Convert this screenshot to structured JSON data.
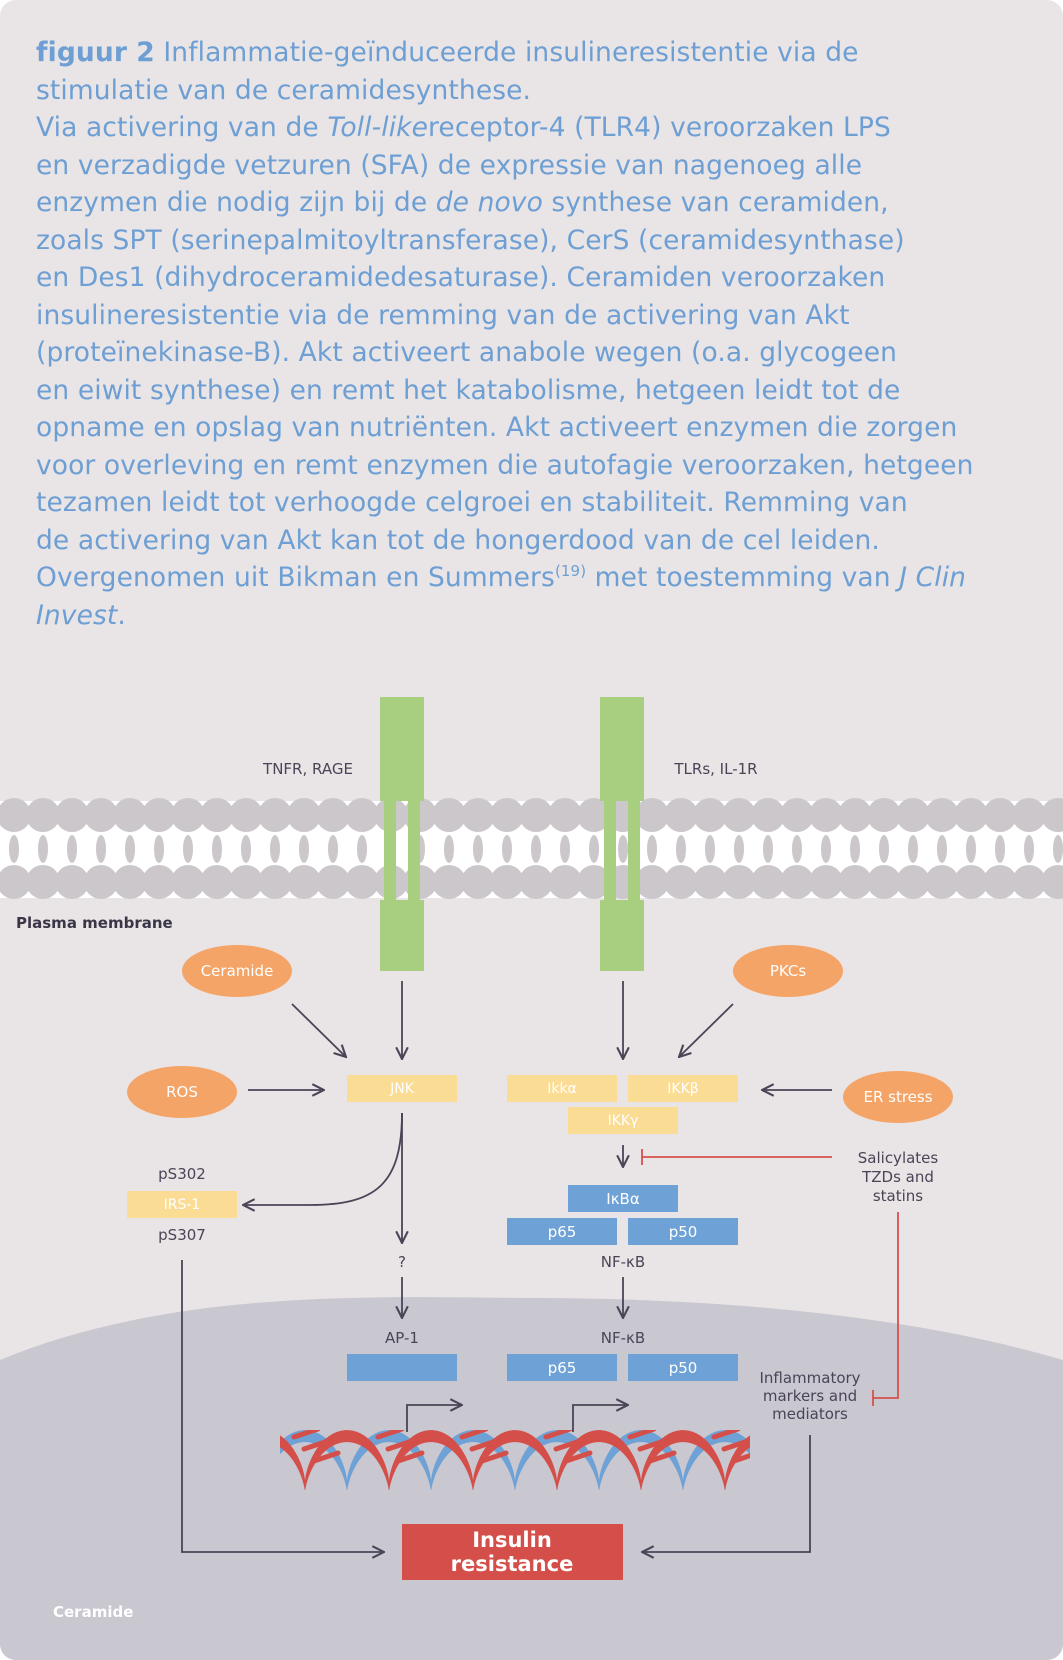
{
  "caption": {
    "figure_label": "figuur 2",
    "title_part1": "Inflammatie-geïnduceerde insulineresistentie via de",
    "title_part2": "stimulatie van de ceramidesynthese.",
    "line3_pre": "Via activering van de ",
    "line3_em": "Toll-like",
    "line3_post": "receptor-4 (TLR4) veroorzaken LPS",
    "line4": "en verzadigde vetzuren (SFA) de expressie van nagenoeg alle",
    "line5_pre": "enzymen die nodig zijn bij de ",
    "line5_em": "de novo",
    "line5_post": " synthese van ceramiden,",
    "line6": "zoals SPT (serinepalmitoyltransferase), CerS (ceramidesynthase)",
    "line7": "en Des1 (dihydroceramidedesaturase). Ceramiden veroorzaken",
    "line8": "insulineresistentie via de remming van de activering van Akt",
    "line9": "(proteïnekinase-B). Akt activeert anabole wegen (o.a. glycogeen",
    "line10": "en eiwit synthese) en remt het katabolisme, hetgeen leidt tot de",
    "line11": "opname en opslag van nutriënten. Akt activeert enzymen die zorgen",
    "line12": "voor overleving en remt enzymen die autofagie veroorzaken, hetgeen",
    "line13": "tezamen leidt tot verhoogde celgroei en stabiliteit. Remming van",
    "line14": "de activering van Akt kan tot de hongerdood van de cel leiden.",
    "line15_pre": "Overgenomen uit Bikman en Summers",
    "line15_sup": "(19)",
    "line15_mid": " met toestemming van ",
    "line15_em": "J Clin",
    "line16_em": "Invest",
    "line16_post": "."
  },
  "diagram": {
    "receptor_left_label": "TNFR, RAGE",
    "receptor_right_label": "TLRs, IL-1R",
    "plasma_membrane": "Plasma membrane",
    "ceramide_node": "Ceramide",
    "pkcs_node": "PKCs",
    "ros_node": "ROS",
    "er_stress_node": "ER stress",
    "jnk": "JNK",
    "ikka": "Ikkα",
    "ikkb": "IKKβ",
    "ikkg": "IKKγ",
    "salicylates_l1": "Salicylates",
    "salicylates_l2": "TZDs and",
    "salicylates_l3": "statins",
    "ps302": "pS302",
    "irs1": "IRS-1",
    "ps307": "pS307",
    "ikba": "IκBα",
    "p65_cyto": "p65",
    "p50_cyto": "p50",
    "question": "?",
    "nfkb_cyto": "NF-κB",
    "ap1": "AP-1",
    "nfkb_nuc": "NF-κB",
    "p65_nuc": "p65",
    "p50_nuc": "p50",
    "inflam_l1": "Inflammatory",
    "inflam_l2": "markers and",
    "inflam_l3": "mediators",
    "insulin_l1": "Insulin",
    "insulin_l2": "resistance",
    "footer_label": "Ceramide"
  },
  "colors": {
    "panel_bg": "#e9e4e5",
    "nucleus_bg": "#c9c7d0",
    "caption_blue": "#6d9fd4",
    "receptor_green": "#a8cf7f",
    "node_orange": "#f4a467",
    "kinase_yellow": "#fbdc95",
    "factor_blue": "#6ea2d6",
    "insulin_red": "#d44f49",
    "inhibit_red": "#d5524d",
    "arrow_dark": "#4a4457",
    "dna_red": "#d44f49",
    "dna_blue": "#6ea2d6"
  }
}
